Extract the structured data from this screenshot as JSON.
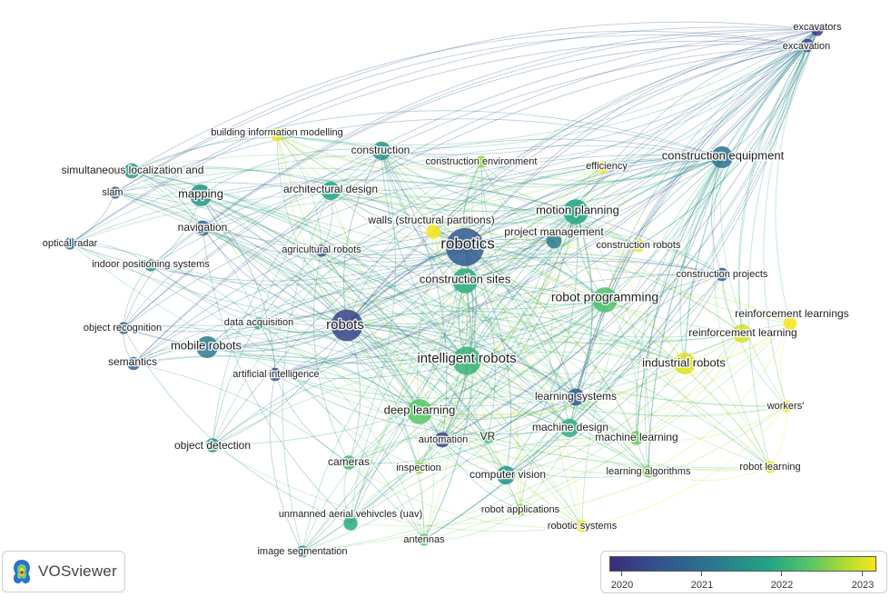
{
  "app": {
    "name": "VOSviewer"
  },
  "legend": {
    "ticks": [
      "2020",
      "2021",
      "2022",
      "2023"
    ],
    "colors": [
      "#3b2d7a",
      "#32528f",
      "#2a7a8e",
      "#22a584",
      "#56c667",
      "#b6de2b",
      "#f7e61a"
    ]
  },
  "nodes": [
    {
      "label": "robotics",
      "year": 2020.6,
      "weight": 5
    },
    {
      "label": "robots",
      "year": 2020.3,
      "weight": 4
    },
    {
      "label": "intelligent robots",
      "year": 2021.7,
      "weight": 3.5
    },
    {
      "label": "construction sites",
      "year": 2021.6,
      "weight": 3
    },
    {
      "label": "robot programming",
      "year": 2021.9,
      "weight": 3
    },
    {
      "label": "motion planning",
      "year": 2021.5,
      "weight": 3
    },
    {
      "label": "deep learning",
      "year": 2022.0,
      "weight": 3
    },
    {
      "label": "mobile robots",
      "year": 2021.0,
      "weight": 2.5
    },
    {
      "label": "mapping",
      "year": 2021.3,
      "weight": 2.5
    },
    {
      "label": "construction equipment",
      "year": 2020.9,
      "weight": 2.5
    },
    {
      "label": "industrial robots",
      "year": 2022.8,
      "weight": 2.5
    },
    {
      "label": "reinforcement learning",
      "year": 2022.7,
      "weight": 2
    },
    {
      "label": "machine design",
      "year": 2021.6,
      "weight": 2
    },
    {
      "label": "computer vision",
      "year": 2021.3,
      "weight": 2
    },
    {
      "label": "construction",
      "year": 2021.3,
      "weight": 2
    },
    {
      "label": "architectural design",
      "year": 2021.5,
      "weight": 2
    },
    {
      "label": "learning systems",
      "year": 2020.6,
      "weight": 1.8
    },
    {
      "label": "excavators",
      "year": 2020.2,
      "weight": 1
    },
    {
      "label": "excavation",
      "year": 2020.2,
      "weight": 1.2
    },
    {
      "label": "building information modelling",
      "year": 2022.9,
      "weight": 1.2
    },
    {
      "label": "construction environment",
      "year": 2022.3,
      "weight": 1
    },
    {
      "label": "efficiency",
      "year": 2023.0,
      "weight": 1
    },
    {
      "label": "simultaneous localization and",
      "year": 2021.4,
      "weight": 1.5
    },
    {
      "label": "slam",
      "year": 2020.6,
      "weight": 1
    },
    {
      "label": "navigation",
      "year": 2020.8,
      "weight": 1.5
    },
    {
      "label": "walls (structural partitions)",
      "year": 2023.0,
      "weight": 1.3
    },
    {
      "label": "project management",
      "year": 2021.0,
      "weight": 1.5
    },
    {
      "label": "construction robots",
      "year": 2022.8,
      "weight": 1.2
    },
    {
      "label": "optical radar",
      "year": 2020.8,
      "weight": 1
    },
    {
      "label": "agricultural robots",
      "year": 2020.5,
      "weight": 1
    },
    {
      "label": "indoor positioning systems",
      "year": 2021.2,
      "weight": 1
    },
    {
      "label": "construction projects",
      "year": 2020.6,
      "weight": 1.2
    },
    {
      "label": "reinforcement learnings",
      "year": 2023.0,
      "weight": 1.2
    },
    {
      "label": "object recognition",
      "year": 2020.6,
      "weight": 1
    },
    {
      "label": "data acquisition",
      "year": 2021.7,
      "weight": 1
    },
    {
      "label": "semantics",
      "year": 2020.7,
      "weight": 1.2
    },
    {
      "label": "artificial intelligence",
      "year": 2020.4,
      "weight": 1.2
    },
    {
      "label": "workers'",
      "year": 2023.0,
      "weight": 1
    },
    {
      "label": "automation",
      "year": 2020.3,
      "weight": 1.5
    },
    {
      "label": "VR",
      "year": 2021.9,
      "weight": 1
    },
    {
      "label": "object detection",
      "year": 2021.3,
      "weight": 1.3
    },
    {
      "label": "machine learning",
      "year": 2022.1,
      "weight": 1.3
    },
    {
      "label": "cameras",
      "year": 2021.8,
      "weight": 1.3
    },
    {
      "label": "inspection",
      "year": 2022.4,
      "weight": 1
    },
    {
      "label": "learning algorithms",
      "year": 2022.2,
      "weight": 1
    },
    {
      "label": "robot learning",
      "year": 2022.9,
      "weight": 1
    },
    {
      "label": "robot applications",
      "year": 2022.3,
      "weight": 1
    },
    {
      "label": "unmanned aerial vehivcles (uav)",
      "year": 2021.6,
      "weight": 1.3
    },
    {
      "label": "robotic systems",
      "year": 2022.9,
      "weight": 1
    },
    {
      "label": "antennas",
      "year": 2022.0,
      "weight": 1
    },
    {
      "label": "image segmentation",
      "year": 2021.2,
      "weight": 1
    }
  ]
}
